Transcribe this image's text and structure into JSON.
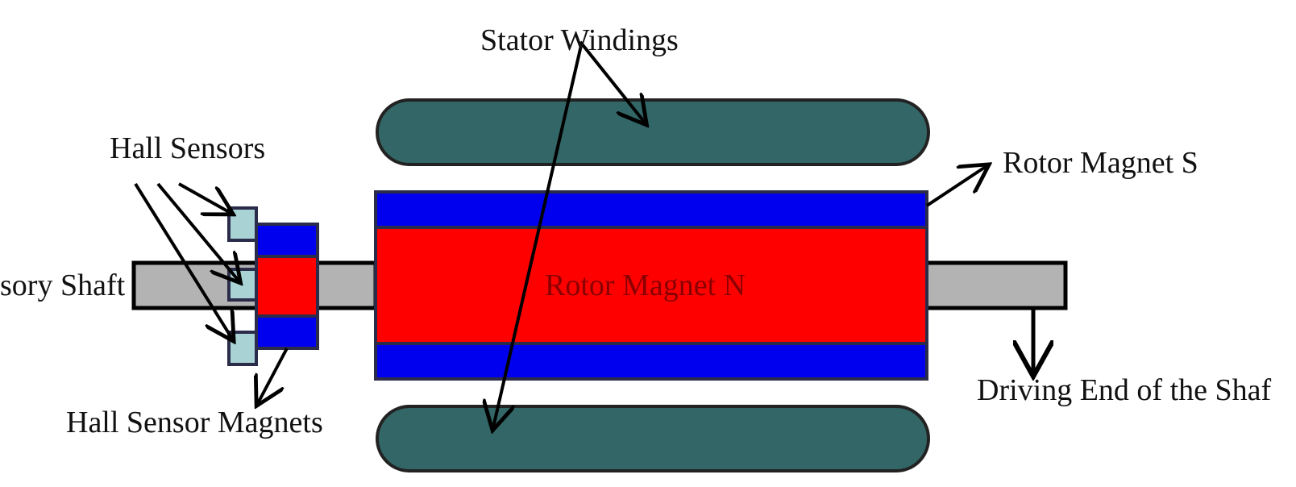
{
  "labels": {
    "stator_windings": "Stator Windings",
    "hall_sensors": "Hall Sensors",
    "rotor_magnet_s": "Rotor Magnet S",
    "accessory_shaft": "sory Shaft",
    "rotor_magnet_n": "Rotor Magnet N",
    "driving_end": "Driving End of the Shaf",
    "hall_sensor_magnets": "Hall Sensor Magnets"
  },
  "colors": {
    "stator": "#336666",
    "rotor_n": "#ff0000",
    "rotor_s": "#0000ee",
    "shaft": "#b3b3b3",
    "hall_sensor": "#a9d2d5",
    "outline": "#2b2b4a"
  }
}
